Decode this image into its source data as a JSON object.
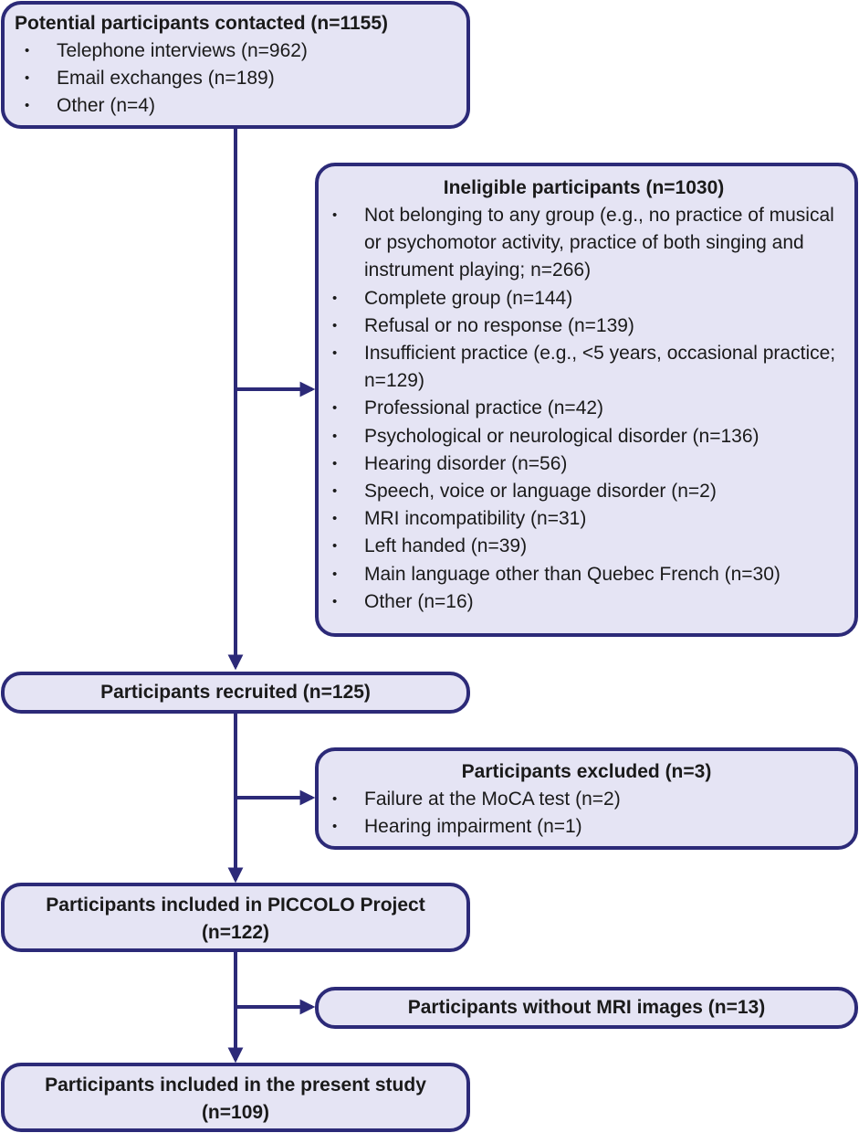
{
  "contacted": {
    "title": "Potential participants contacted (n=1155)",
    "items": [
      "Telephone interviews (n=962)",
      "Email exchanges (n=189)",
      "Other (n=4)"
    ]
  },
  "ineligible": {
    "title": "Ineligible participants (n=1030)",
    "items": [
      "Not belonging to any group (e.g., no practice of musical or psychomotor activity, practice of both singing and instrument playing; n=266)",
      "Complete group (n=144)",
      "Refusal or no response (n=139)",
      "Insufficient practice (e.g., <5 years, occasional practice; n=129)",
      "Professional practice (n=42)",
      "Psychological or neurological disorder (n=136)",
      "Hearing disorder (n=56)",
      "Speech, voice or language disorder (n=2)",
      "MRI incompatibility (n=31)",
      "Left handed (n=39)",
      "Main language other than Quebec French (n=30)",
      "Other (n=16)"
    ]
  },
  "recruited": {
    "title": "Participants recruited (n=125)"
  },
  "excluded": {
    "title": "Participants excluded (n=3)",
    "items": [
      "Failure at the MoCA test (n=2)",
      "Hearing impairment (n=1)"
    ]
  },
  "piccolo": {
    "title_line1": "Participants included in PICCOLO Project",
    "title_line2": "(n=122)"
  },
  "no_mri": {
    "title": "Participants without MRI images (n=13)"
  },
  "present": {
    "title_line1": "Participants included in the present study",
    "title_line2": "(n=109)"
  },
  "colors": {
    "box_fill": "#e5e4f4",
    "border": "#2c2a78",
    "text": "#1a1a1a"
  }
}
